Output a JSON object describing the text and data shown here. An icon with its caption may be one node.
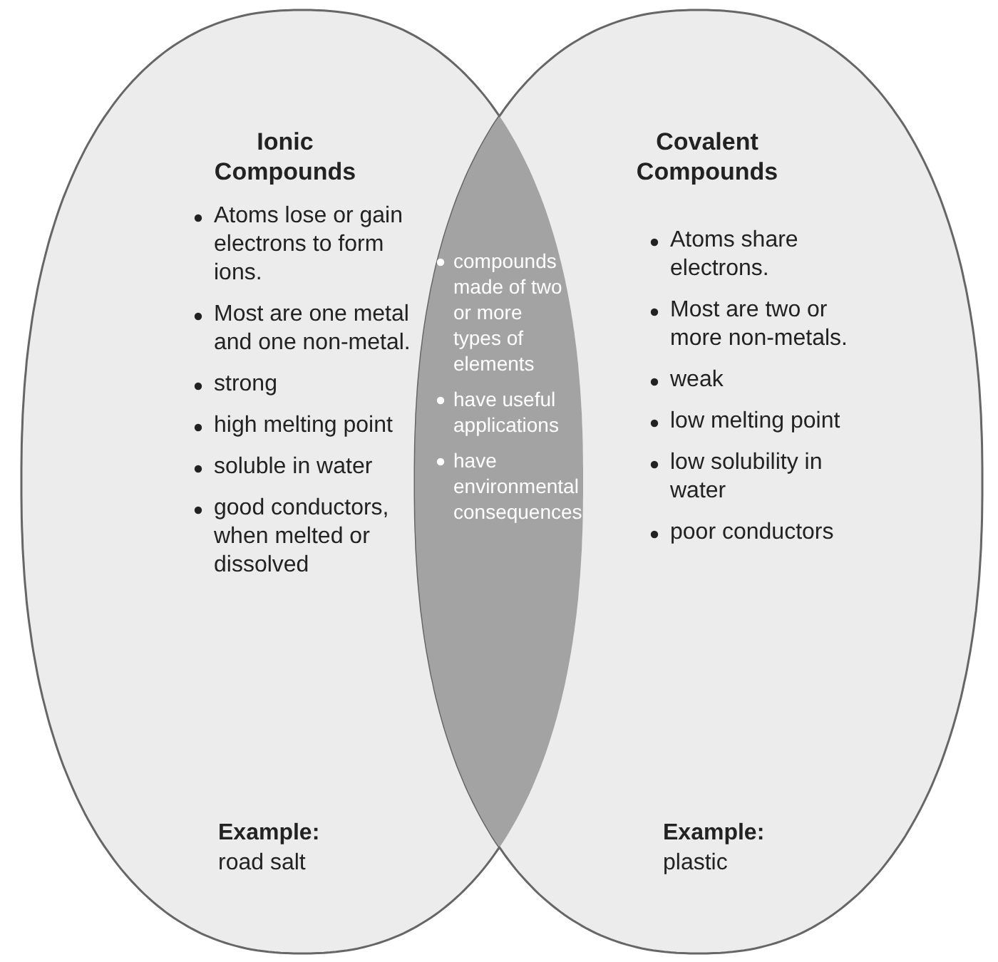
{
  "diagram": {
    "nodes": [
      {
        "text": [
          "Ionic Compounds",
          "Atoms lose or gain electrons to form ions.",
          "Most are one metal and one non-metal.",
          "strong",
          "high melting point",
          "soluble in water",
          "good conductors, when melted or dissolved",
          "Example:",
          "road salt"
        ]
      },
      {
        "text": [
          "compounds made of two or more types of elements",
          "have useful applications",
          "have environmental consequences"
        ]
      },
      {
        "text": [
          "Covalent Compounds",
          "Atoms share electrons.",
          "Most are two or more non-metals.",
          "weak",
          "low melting point",
          "low solubility in water",
          "poor conductors",
          "Example:",
          "plastic"
        ]
      }
    ]
  }
}
